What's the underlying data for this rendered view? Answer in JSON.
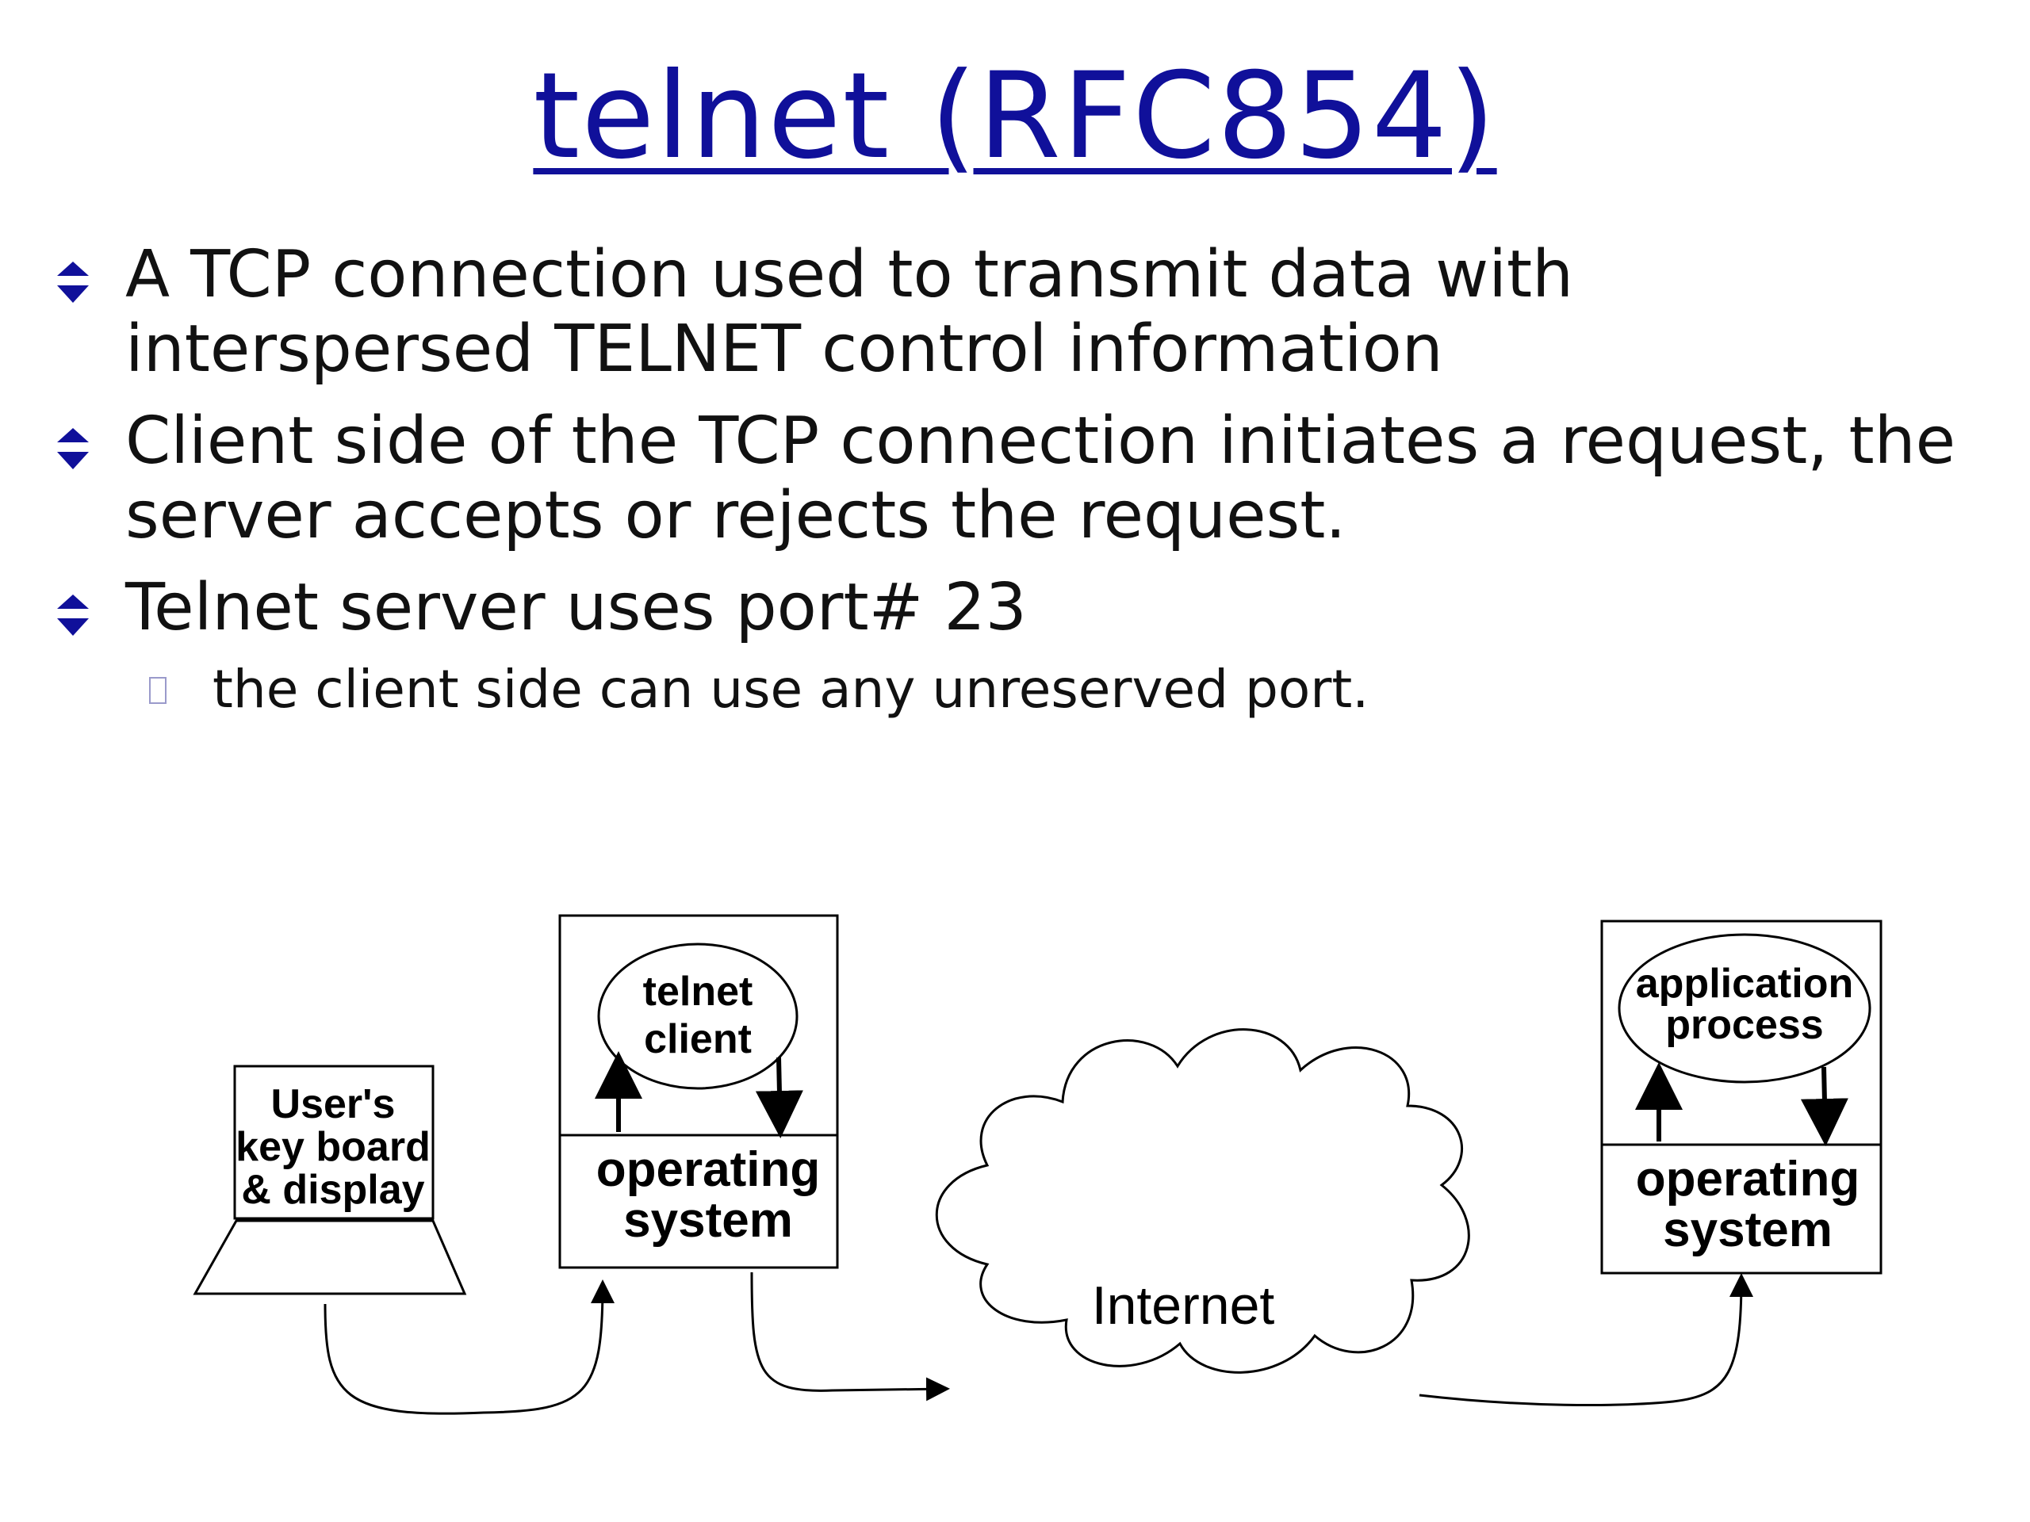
{
  "title": "telnet (RFC854)",
  "colors": {
    "title": "#10109a",
    "bullet_marker": "#10109a",
    "text": "#111111"
  },
  "bullets": [
    "A TCP connection used to transmit data with interspersed TELNET control information",
    "Client side of the TCP connection initiates a request, the server accepts or rejects the request.",
    "Telnet server uses port# 23"
  ],
  "sub_bullets": [
    "the client side can use any unreserved port."
  ],
  "diagram": {
    "terminal": [
      "User's",
      "key board",
      "& display"
    ],
    "client_process": [
      "telnet",
      "client"
    ],
    "client_os": [
      "operating",
      "system"
    ],
    "network": "Internet",
    "server_process": [
      "application",
      "process"
    ],
    "server_os": [
      "operating",
      "system"
    ]
  }
}
